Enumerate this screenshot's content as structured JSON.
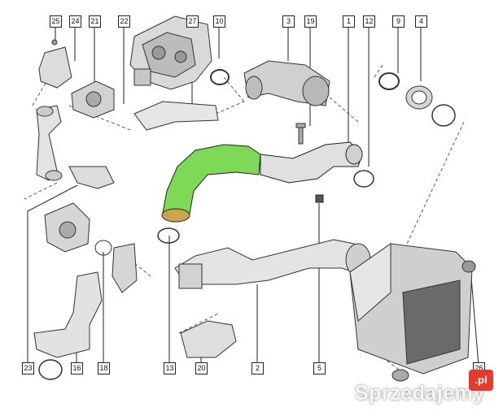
{
  "diagram": {
    "labels": [
      "25",
      "24",
      "21",
      "22",
      "27",
      "10",
      "3",
      "19",
      "1",
      "12",
      "9",
      "4",
      "23",
      "16",
      "18",
      "13",
      "20",
      "2",
      "5",
      "26"
    ],
    "highlight_color": "#7ed957",
    "line_color": "#222222"
  },
  "watermark": {
    "text": "Sprzedajemy",
    "badge": ".pl",
    "badge_color": "#e8392a"
  }
}
